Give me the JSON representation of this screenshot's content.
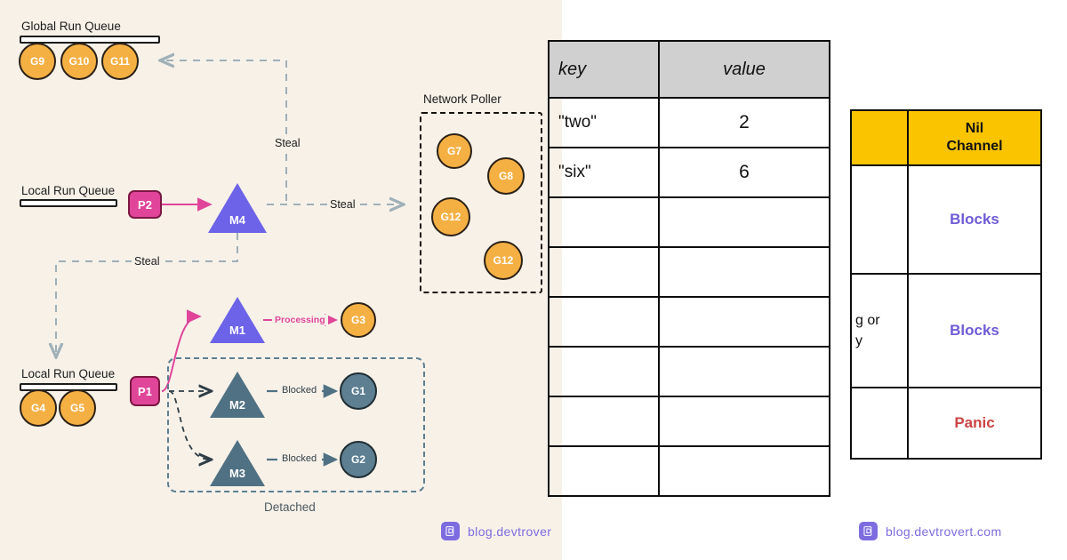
{
  "left_panel": {
    "title_labels": {
      "global_run_queue": "Global Run Queue",
      "local_run_queue_top": "Local Run Queue",
      "local_run_queue_bottom": "Local Run Queue",
      "network_poller": "Network Poller",
      "detached": "Detached"
    },
    "global_queue_goroutines": [
      "G9",
      "G10",
      "G11"
    ],
    "local_queue_bottom_goroutines": [
      "G4",
      "G5"
    ],
    "network_poller_goroutines": [
      "G7",
      "G8",
      "G12",
      "G12"
    ],
    "processors": [
      "P2",
      "P1"
    ],
    "machines": {
      "m4": "M4",
      "m1": "M1",
      "m2": "M2",
      "m3": "M3"
    },
    "edge_labels": {
      "steal_vertical": "Steal",
      "steal_horizontal": "Steal",
      "steal_down_left": "Steal",
      "processing": "Processing",
      "blocked_1": "Blocked",
      "blocked_2": "Blocked"
    },
    "blocked_goroutines": [
      "G1",
      "G2"
    ],
    "processing_goroutine": "G3",
    "colors": {
      "background": "#f7f1e8",
      "goroutine": "#f5b044",
      "goroutine_blocked": "#5d7f91",
      "processor": "#e0459a",
      "machine_running": "#6c63e8",
      "machine_blocked": "#4f7183",
      "steal_arrow": "#9fb0b8"
    }
  },
  "kv_table": {
    "headers": [
      "key",
      "value"
    ],
    "rows": [
      {
        "key": "\"two\"",
        "value": "2"
      },
      {
        "key": "\"six\"",
        "value": "6"
      },
      {
        "key": "",
        "value": ""
      },
      {
        "key": "",
        "value": ""
      },
      {
        "key": "",
        "value": ""
      },
      {
        "key": "",
        "value": ""
      },
      {
        "key": "",
        "value": ""
      },
      {
        "key": "",
        "value": ""
      }
    ],
    "colors": {
      "header_bg": "#d0d0d0",
      "border": "#0d0d0d"
    }
  },
  "nil_table": {
    "header_blank": "",
    "header_label": "Nil\nChannel",
    "header_line1": "Nil",
    "header_line2": "Channel",
    "rows": [
      {
        "left": "",
        "result": "Blocks"
      },
      {
        "left": "g or\ny",
        "left_line1": "g or",
        "left_line2": "y",
        "result": "Blocks"
      },
      {
        "left": "",
        "result": "Panic"
      }
    ],
    "colors": {
      "header_bg": "#fbc400",
      "blocks": "#6f5bd6",
      "panic": "#cc4444",
      "border": "#0d0d0d"
    }
  },
  "watermark": {
    "left_text": "blog.devtrover",
    "right_text": "blog.devtrovert.com",
    "logo_glyph": "Ⓓ",
    "color": "#7d6ce0"
  }
}
